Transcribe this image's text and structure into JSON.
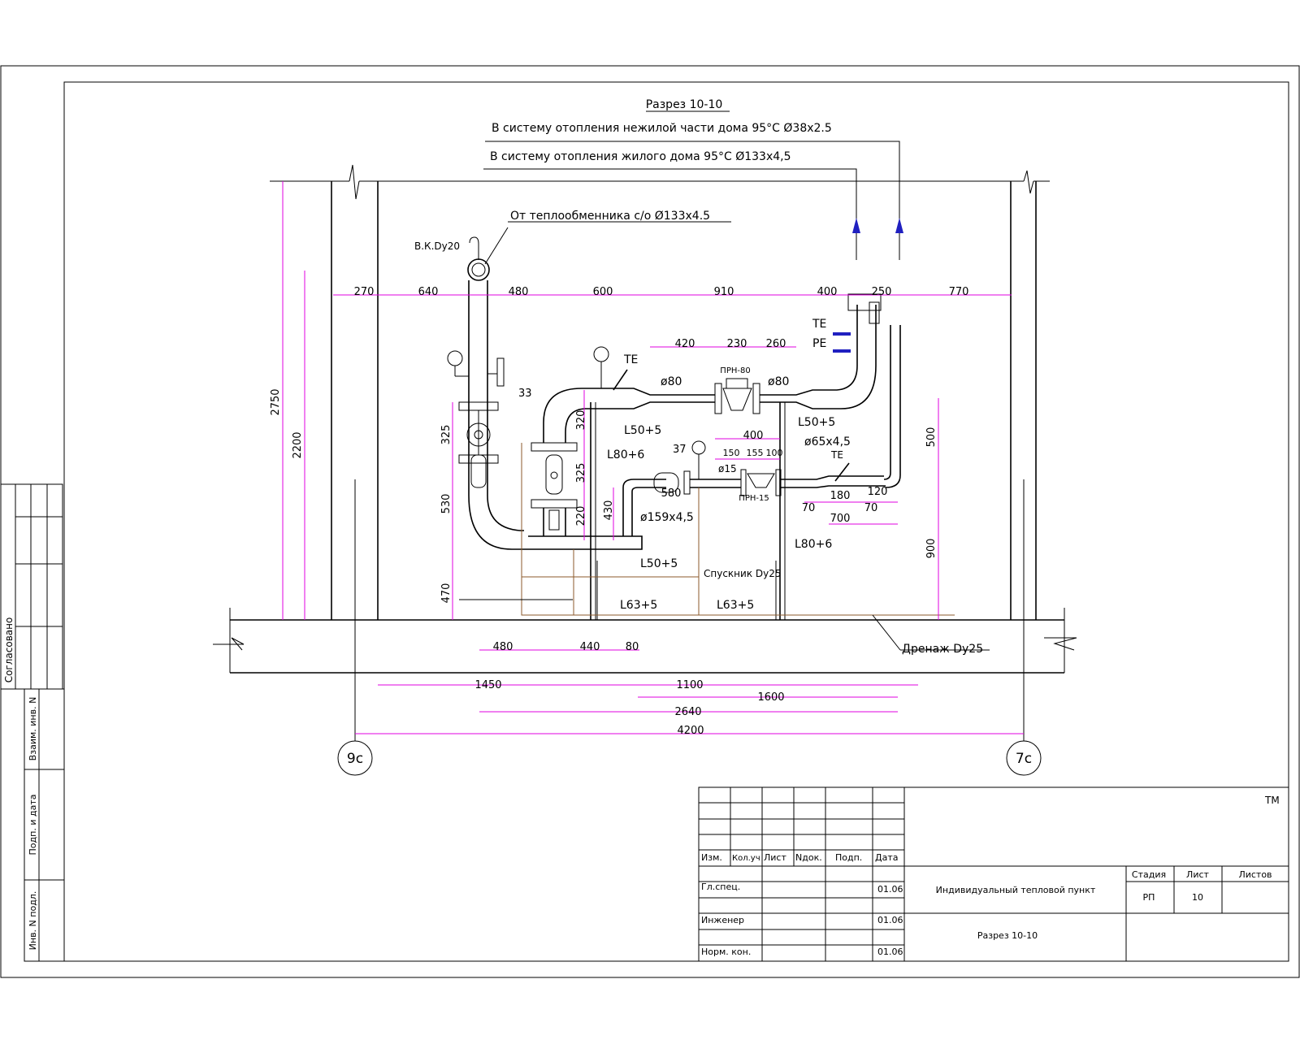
{
  "title": "Разрез 10-10",
  "notes": {
    "heating_nonres": "В систему отопления нежилой части дома 95°С Ø38х2.5",
    "heating_res": "В систему отопления жилого дома 95°С Ø133х4,5",
    "from_hx": "От теплообменника с/о Ø133х4.5",
    "vk": "В.К.Dy20",
    "drain_valve": "Спускник Dy25",
    "drainage": "Дренаж Dy25"
  },
  "labels": {
    "te1": "TE",
    "te2": "TE",
    "te3": "TE",
    "pe": "PE",
    "prn80": "ПРН-80",
    "prn15": "ПРН-15",
    "d80a": "ø80",
    "d80b": "ø80",
    "d15": "ø15",
    "d159": "ø159х4,5",
    "d65": "ø65х4,5",
    "l50a": "L50+5",
    "l50b": "L50+5",
    "l50c": "L50+5",
    "l80a": "L80+6",
    "l80b": "L80+6",
    "l63a": "L63+5",
    "l63b": "L63+5",
    "n33": "33",
    "n37": "37"
  },
  "dims": {
    "top": [
      "270",
      "640",
      "480",
      "600",
      "910",
      "400",
      "250",
      "770"
    ],
    "upper": [
      "420",
      "230",
      "260"
    ],
    "mid": [
      "400",
      "150",
      "155",
      "100"
    ],
    "vert_left": [
      "2750",
      "2200"
    ],
    "vert_pipe": [
      "325",
      "530",
      "470"
    ],
    "vert_inner": [
      "320",
      "325",
      "220",
      "430"
    ],
    "small": [
      "580",
      "180",
      "120",
      "70",
      "70",
      "700"
    ],
    "vert_right": [
      "500",
      "900"
    ],
    "bottom1": [
      "480",
      "440",
      "80"
    ],
    "bottom2": [
      "1450",
      "1100",
      "1600"
    ],
    "bottom3": "2640",
    "bottom4": "4200"
  },
  "axes": {
    "left": "9с",
    "right": "7с"
  },
  "side": {
    "agreed": "Согласовано",
    "inv_swap": "Взаим. инв. N",
    "sign_date": "Подп. и дата",
    "inv_orig": "Инв. N подл."
  },
  "titleblock": {
    "code": "ТМ",
    "cols": [
      "Изм.",
      "Кол.уч",
      "Лист",
      "Nдок.",
      "Подп.",
      "Дата"
    ],
    "rows": [
      {
        "role": "Гл.спец.",
        "date": "01.06"
      },
      {
        "role": "Инженер",
        "date": "01.06"
      },
      {
        "role": "Норм. кон.",
        "date": "01.06"
      }
    ],
    "project": "Индивидуальный тепловой пункт",
    "sheet_title": "Разрез 10-10",
    "stage_h": "Стадия",
    "sheet_h": "Лист",
    "sheets_h": "Листов",
    "stage": "РП",
    "sheet": "10",
    "sheets": ""
  },
  "colors": {
    "dimension": "#e000e0",
    "arrow": "#2020c0",
    "drain": "#8b5a2b"
  }
}
